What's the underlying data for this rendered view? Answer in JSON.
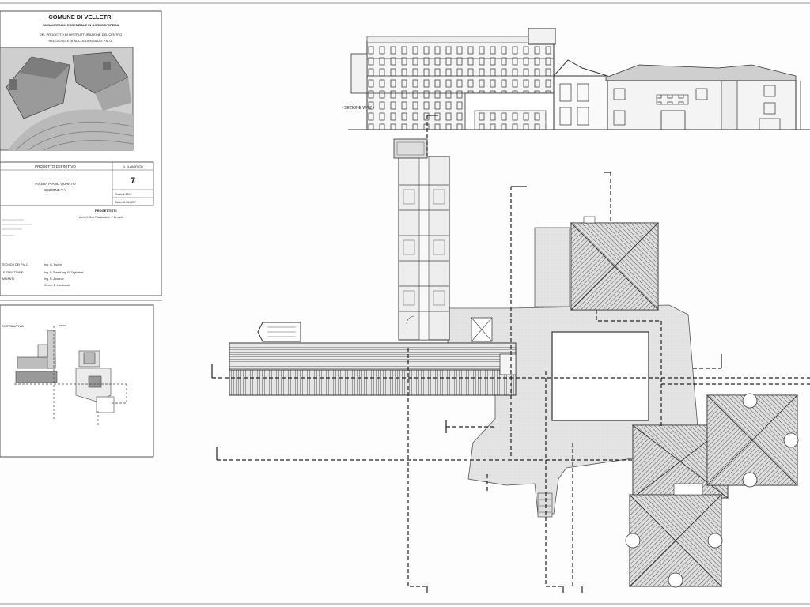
{
  "title_block": {
    "municipality": "COMUNE DI VELLETRI",
    "subtitle": "VARIANTE NON ESSENZIALE IN CORSO D'OPERA",
    "project_line1": "DEL PROGETTO DI RISTRUTTURAZIONE DEL CENTRO",
    "project_line2": "RELIGIOSO E DI ACCOGLIENZA DEI P.M.G.",
    "phase": "PROGETTO DEFINITIVO",
    "sheet_label": "N. ELABORATO",
    "sheet_number": "7",
    "drawing_title_1": "PIANTA PIANO QUARTO",
    "drawing_title_2": "SEZIONE Y-Y",
    "scale": "Scala 1:200",
    "date": "Data 06.06.2007",
    "designers_label": "PROGETTISTI:",
    "designers": "Arch. G. Gold Fabrizio  Arch. F. Bennetti",
    "technical_label": "TECNICO DEI P.M.G.",
    "technical_value": "Ing. G. Pozzo",
    "structures_label": "LE STRUTTURE:",
    "structures_value": "Ing. P. Tosetti  Ing. R. Tagliaferri",
    "systems_label": "IMPIANTI:",
    "systems_value": "Ing. R. Accardo",
    "systems_value_2": "Geom. E. Lombardo"
  },
  "keyplan": {
    "label": "DISTRIBUTIVO"
  },
  "section": {
    "label": "- SEZIONE W-W' -"
  }
}
